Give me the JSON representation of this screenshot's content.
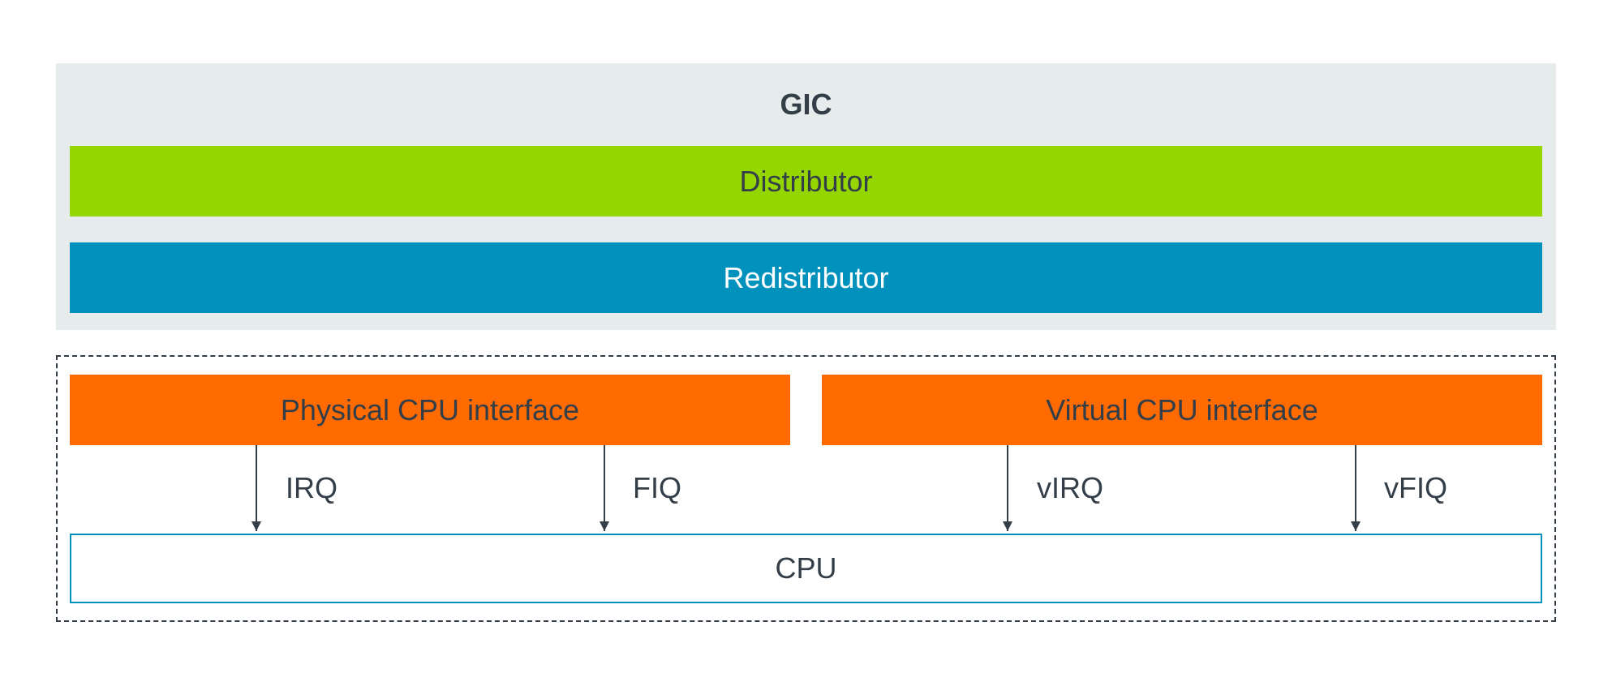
{
  "gic": {
    "title": "GIC",
    "distributor": "Distributor",
    "redistributor": "Redistributor"
  },
  "cpu_interfaces": {
    "physical": "Physical CPU interface",
    "virtual": "Virtual CPU interface"
  },
  "signals": {
    "irq": "IRQ",
    "fiq": "FIQ",
    "virq": "vIRQ",
    "vfiq": "vFIQ"
  },
  "cpu": {
    "label": "CPU"
  },
  "colors": {
    "gic_background": "#e6ecec",
    "distributor": "#95d600",
    "redistributor": "#0091bd",
    "cpu_interface": "#ff6b00",
    "cpu_border": "#0091bd",
    "text_dark": "#333e48"
  }
}
